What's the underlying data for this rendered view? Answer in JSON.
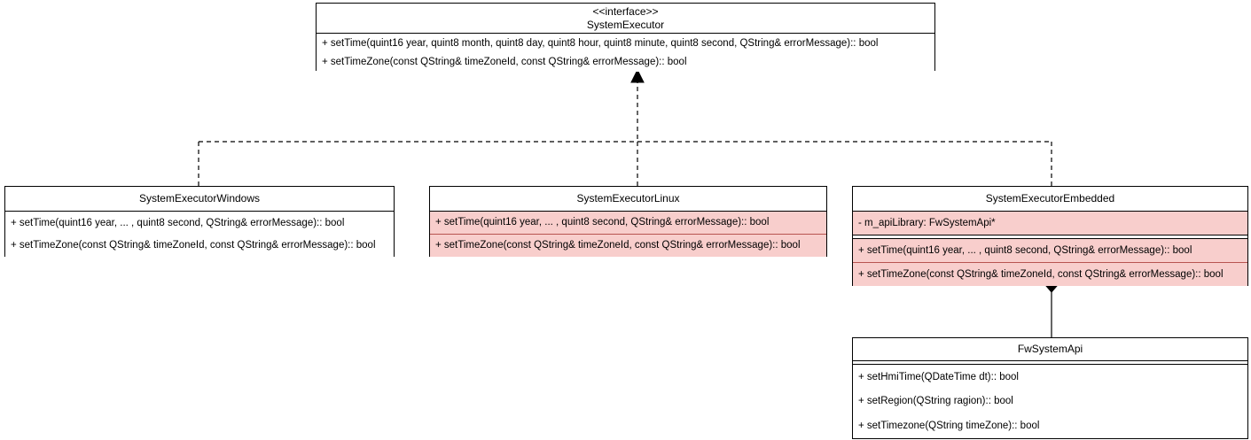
{
  "diagram": {
    "type": "uml-class-diagram",
    "notation": "UML",
    "background": "#ffffff",
    "accent_fill": "#f8cecc",
    "accent_border": "#b85450",
    "default_fill": "#ffffff",
    "default_border": "#000000"
  },
  "classes": {
    "system_executor": {
      "stereotype": "<<interface>>",
      "name": "SystemExecutor",
      "attributes": [],
      "operations": [
        "+ setTime(quint16 year, quint8 month, quint8 day, quint8 hour, quint8 minute, quint8 second, QString& errorMessage):: bool",
        "+ setTimeZone(const QString& timeZoneId, const QString& errorMessage):: bool"
      ]
    },
    "system_executor_windows": {
      "name": "SystemExecutorWindows",
      "attributes": [],
      "operations": [
        "+ setTime(quint16 year, ... , quint8 second, QString& errorMessage):: bool",
        "+ setTimeZone(const QString& timeZoneId, const QString& errorMessage):: bool"
      ]
    },
    "system_executor_linux": {
      "name": "SystemExecutorLinux",
      "attributes": [],
      "operations": [
        "+ setTime(quint16 year, ... , quint8 second, QString& errorMessage):: bool",
        "+ setTimeZone(const QString& timeZoneId, const QString& errorMessage):: bool"
      ]
    },
    "system_executor_embedded": {
      "name": "SystemExecutorEmbedded",
      "attributes": [
        "- m_apiLibrary: FwSystemApi*"
      ],
      "operations": [
        "+ setTime(quint16 year, ... , quint8 second, QString& errorMessage):: bool",
        "+ setTimeZone(const QString& timeZoneId, const QString& errorMessage):: bool"
      ]
    },
    "fw_system_api": {
      "name": "FwSystemApi",
      "attributes": [],
      "operations": [
        "+ setHmiTime(QDateTime dt):: bool",
        "+ setRegion(QString ragion):: bool",
        "+ setTimezone(QString timeZone):: bool"
      ]
    }
  },
  "relationships": [
    {
      "kind": "realization",
      "from": "SystemExecutorWindows",
      "to": "SystemExecutor",
      "line": "dashed",
      "arrow": "triangle"
    },
    {
      "kind": "realization",
      "from": "SystemExecutorLinux",
      "to": "SystemExecutor",
      "line": "dashed",
      "arrow": "triangle"
    },
    {
      "kind": "realization",
      "from": "SystemExecutorEmbedded",
      "to": "SystemExecutor",
      "line": "dashed",
      "arrow": "triangle"
    },
    {
      "kind": "composition",
      "from": "SystemExecutorEmbedded",
      "to": "FwSystemApi",
      "line": "solid",
      "arrow": "filled-diamond"
    }
  ]
}
